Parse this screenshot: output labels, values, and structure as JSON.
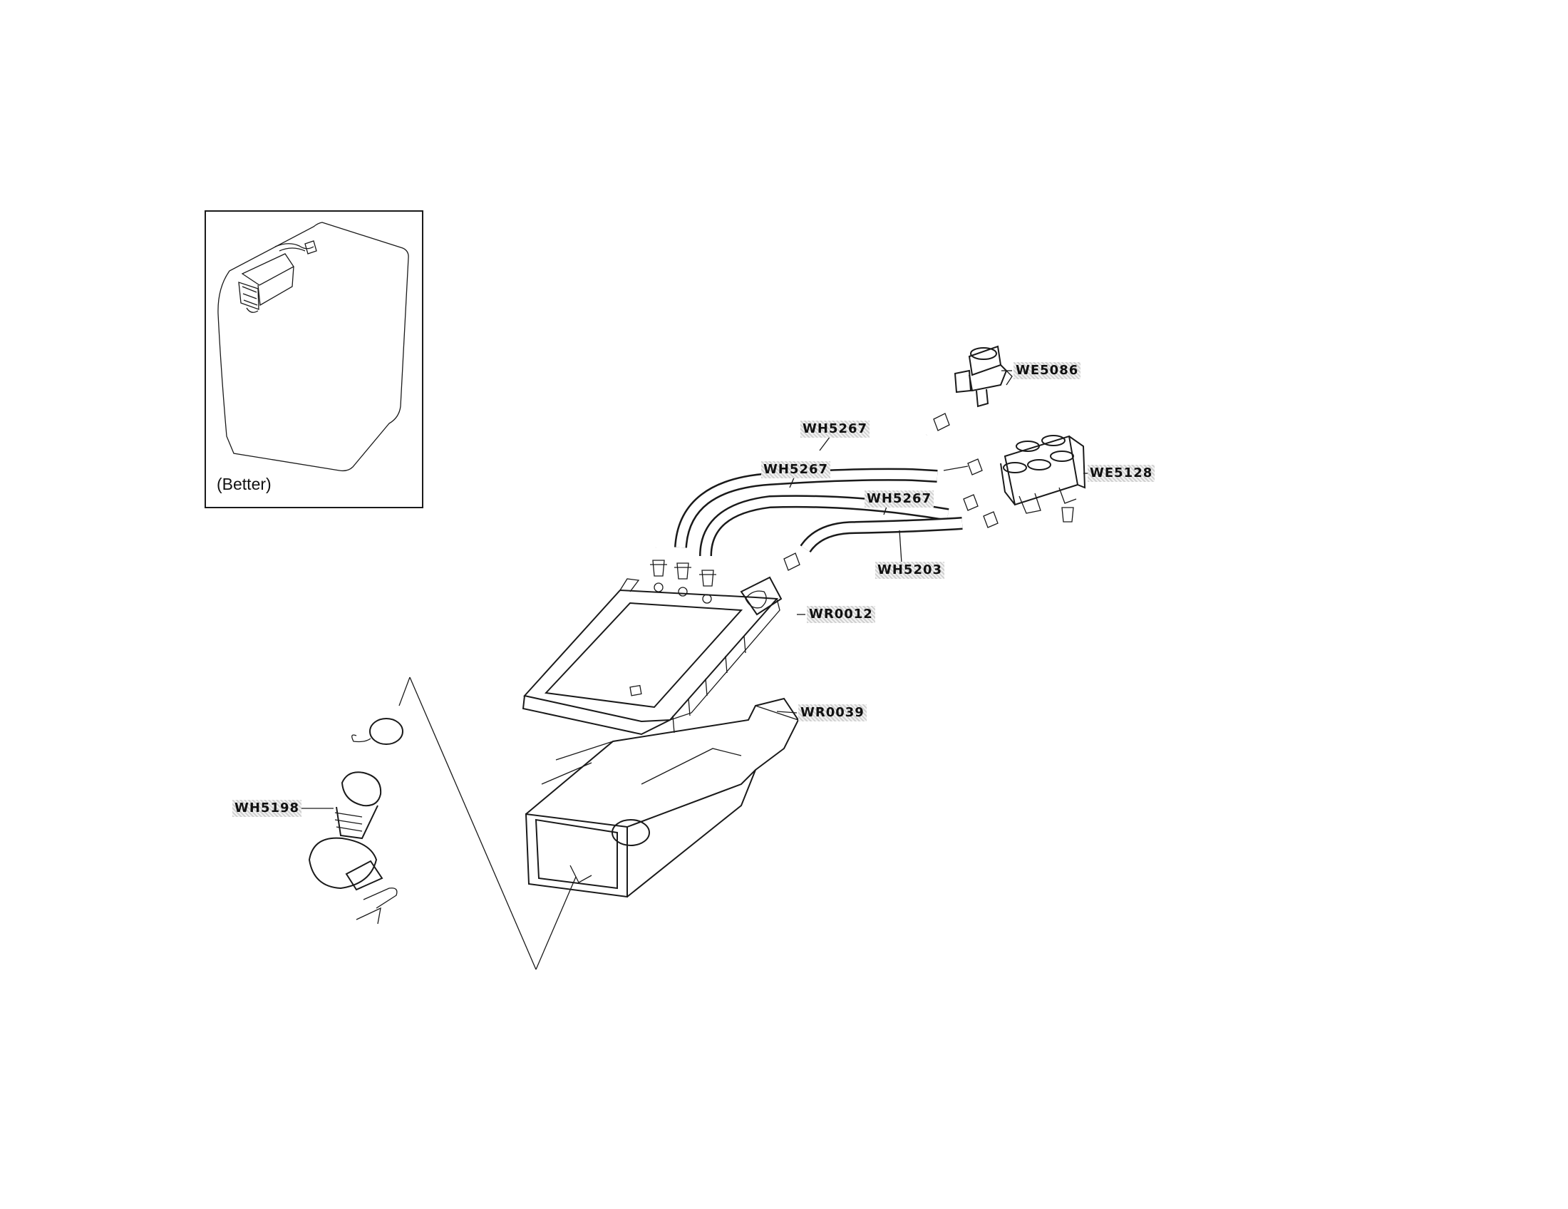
{
  "inset": {
    "caption": "(Better)"
  },
  "labels": {
    "we5086": "WE5086",
    "wh5267_a": "WH5267",
    "wh5267_b": "WH5267",
    "wh5267_c": "WH5267",
    "we5128": "WE5128",
    "wh5203": "WH5203",
    "wr0012": "WR0012",
    "wr0039": "WR0039",
    "wh5198": "WH5198"
  }
}
